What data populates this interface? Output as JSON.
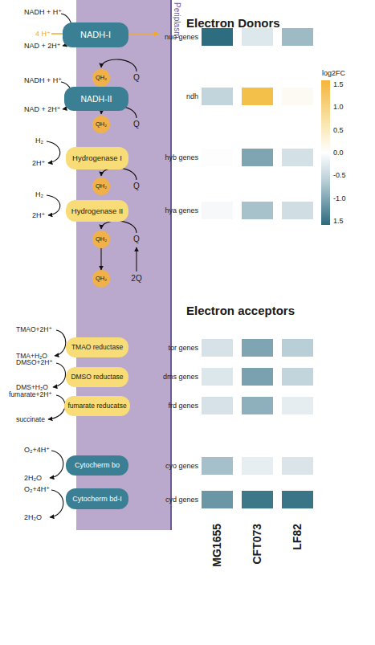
{
  "diagram": {
    "nodes": [
      {
        "text": [
          "NADH-I"
        ]
      },
      {
        "text": [
          "QH₂"
        ]
      },
      {
        "text": [
          "NADH-II"
        ]
      },
      {
        "text": [
          "QH₂"
        ]
      },
      {
        "text": [
          "Hydrogenase I"
        ]
      },
      {
        "text": [
          "QH₂"
        ]
      },
      {
        "text": [
          "Hydrogenase II"
        ]
      },
      {
        "text": [
          "QH₂"
        ]
      },
      {
        "text": [
          "QH₂"
        ]
      },
      {
        "text": [
          "TMAO reductase"
        ]
      },
      {
        "text": [
          "DMSO reductase"
        ]
      },
      {
        "text": [
          "fumarate reducatse"
        ]
      },
      {
        "text": [
          "Cytocherm bo"
        ]
      },
      {
        "text": [
          "Cytocherm bd-I"
        ]
      }
    ],
    "edges": [
      {
        "from": 7,
        "to": 8,
        "arrow": "to"
      }
    ],
    "labels": [
      "Periplasm",
      "Electron Donors",
      "log2FC",
      "1.5",
      "1.0",
      "0.5",
      "0.0",
      "-0.5",
      "-1.0",
      "1.5",
      "NADH + H⁺",
      "4 H⁺",
      "NAD + 2H⁺",
      "nuo genes",
      "Q",
      "NADH + H⁺",
      "NAD + 2H⁺",
      "ndh",
      "Q",
      "H₂",
      "2H⁺",
      "hyb genes",
      "Q",
      "H₂",
      "2H⁺",
      "hya genes",
      "Q",
      "2Q",
      "Electron acceptors",
      "TMAO+2H⁺",
      "TMA+H₂O",
      "tor genes",
      "DMSO+2H⁺",
      "DMS+H₂O",
      "dms genes",
      "fumarate+2H⁺",
      "succinate",
      "frd genes",
      "O₂+4H⁺",
      "2H₂O",
      "cyo genes",
      "O₂+4H⁺",
      "2H₂O",
      "cyd genes",
      "MG1655",
      "CFT073",
      "LF82"
    ]
  }
}
